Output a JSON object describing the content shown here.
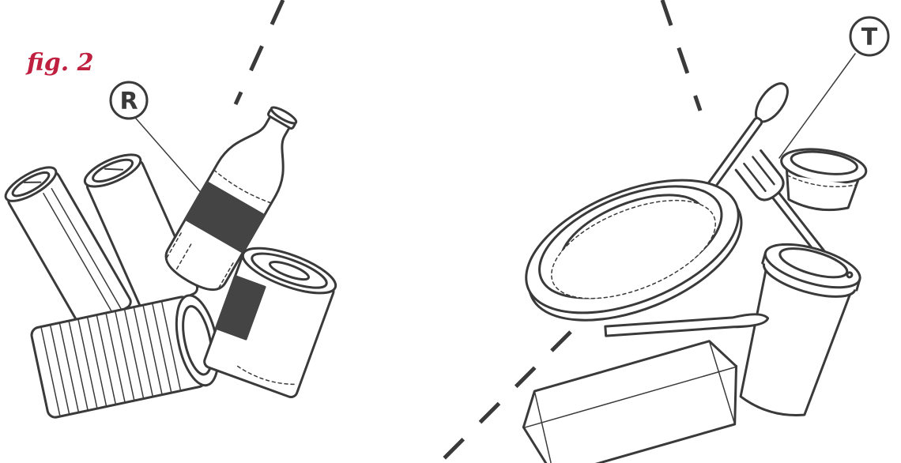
{
  "figure": {
    "caption": "fig. 2",
    "caption_color": "#c0203f",
    "line_color": "#3a3a3a",
    "fill_dark": "#444444"
  },
  "callouts": {
    "left": {
      "letter": "R",
      "icon": "r-label-icon"
    },
    "right": {
      "letter": "T",
      "icon": "t-label-icon"
    }
  },
  "groups": {
    "left": [
      "can-icon",
      "can-icon",
      "bottle-icon",
      "can-icon",
      "can-icon"
    ],
    "right": [
      "spoon-icon",
      "fork-icon",
      "sauce-cup-icon",
      "plate-lid-icon",
      "coffee-cup-icon",
      "knife-icon",
      "tray-icon"
    ]
  }
}
